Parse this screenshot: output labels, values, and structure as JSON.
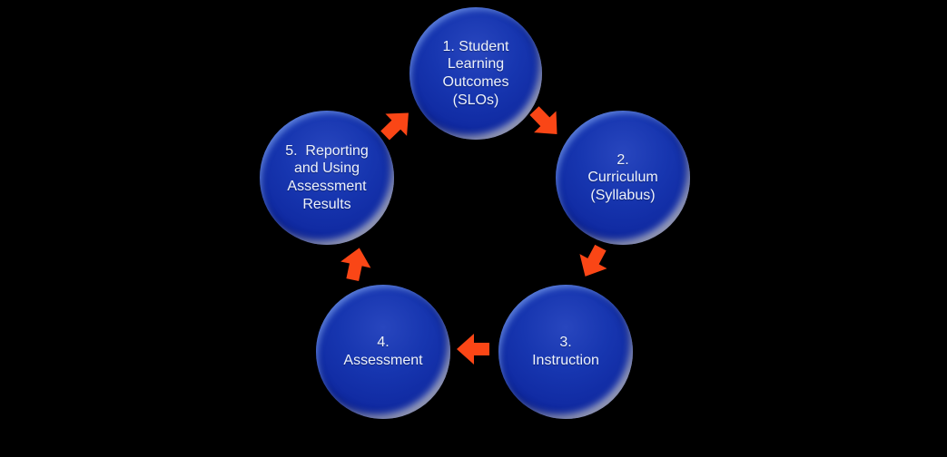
{
  "background_color": "#000000",
  "diagram": {
    "type": "cycle",
    "node_fill": "#1230a8",
    "node_text_color": "#edf2fc",
    "arrow_color": "#fa4616",
    "nodes": [
      {
        "id": "1",
        "label": "1. Student\nLearning\nOutcomes\n(SLOs)"
      },
      {
        "id": "2",
        "label": "2.\nCurriculum\n(Syllabus)"
      },
      {
        "id": "3",
        "label": "3.\nInstruction"
      },
      {
        "id": "4",
        "label": "4.\nAssessment"
      },
      {
        "id": "5",
        "label": "5.  Reporting\nand Using\nAssessment\nResults"
      }
    ],
    "arrows": [
      {
        "from": "5",
        "to": "1",
        "direction": "up-right"
      },
      {
        "from": "1",
        "to": "2",
        "direction": "down-right"
      },
      {
        "from": "2",
        "to": "3",
        "direction": "down-left"
      },
      {
        "from": "3",
        "to": "4",
        "direction": "left"
      },
      {
        "from": "4",
        "to": "5",
        "direction": "up"
      }
    ]
  }
}
